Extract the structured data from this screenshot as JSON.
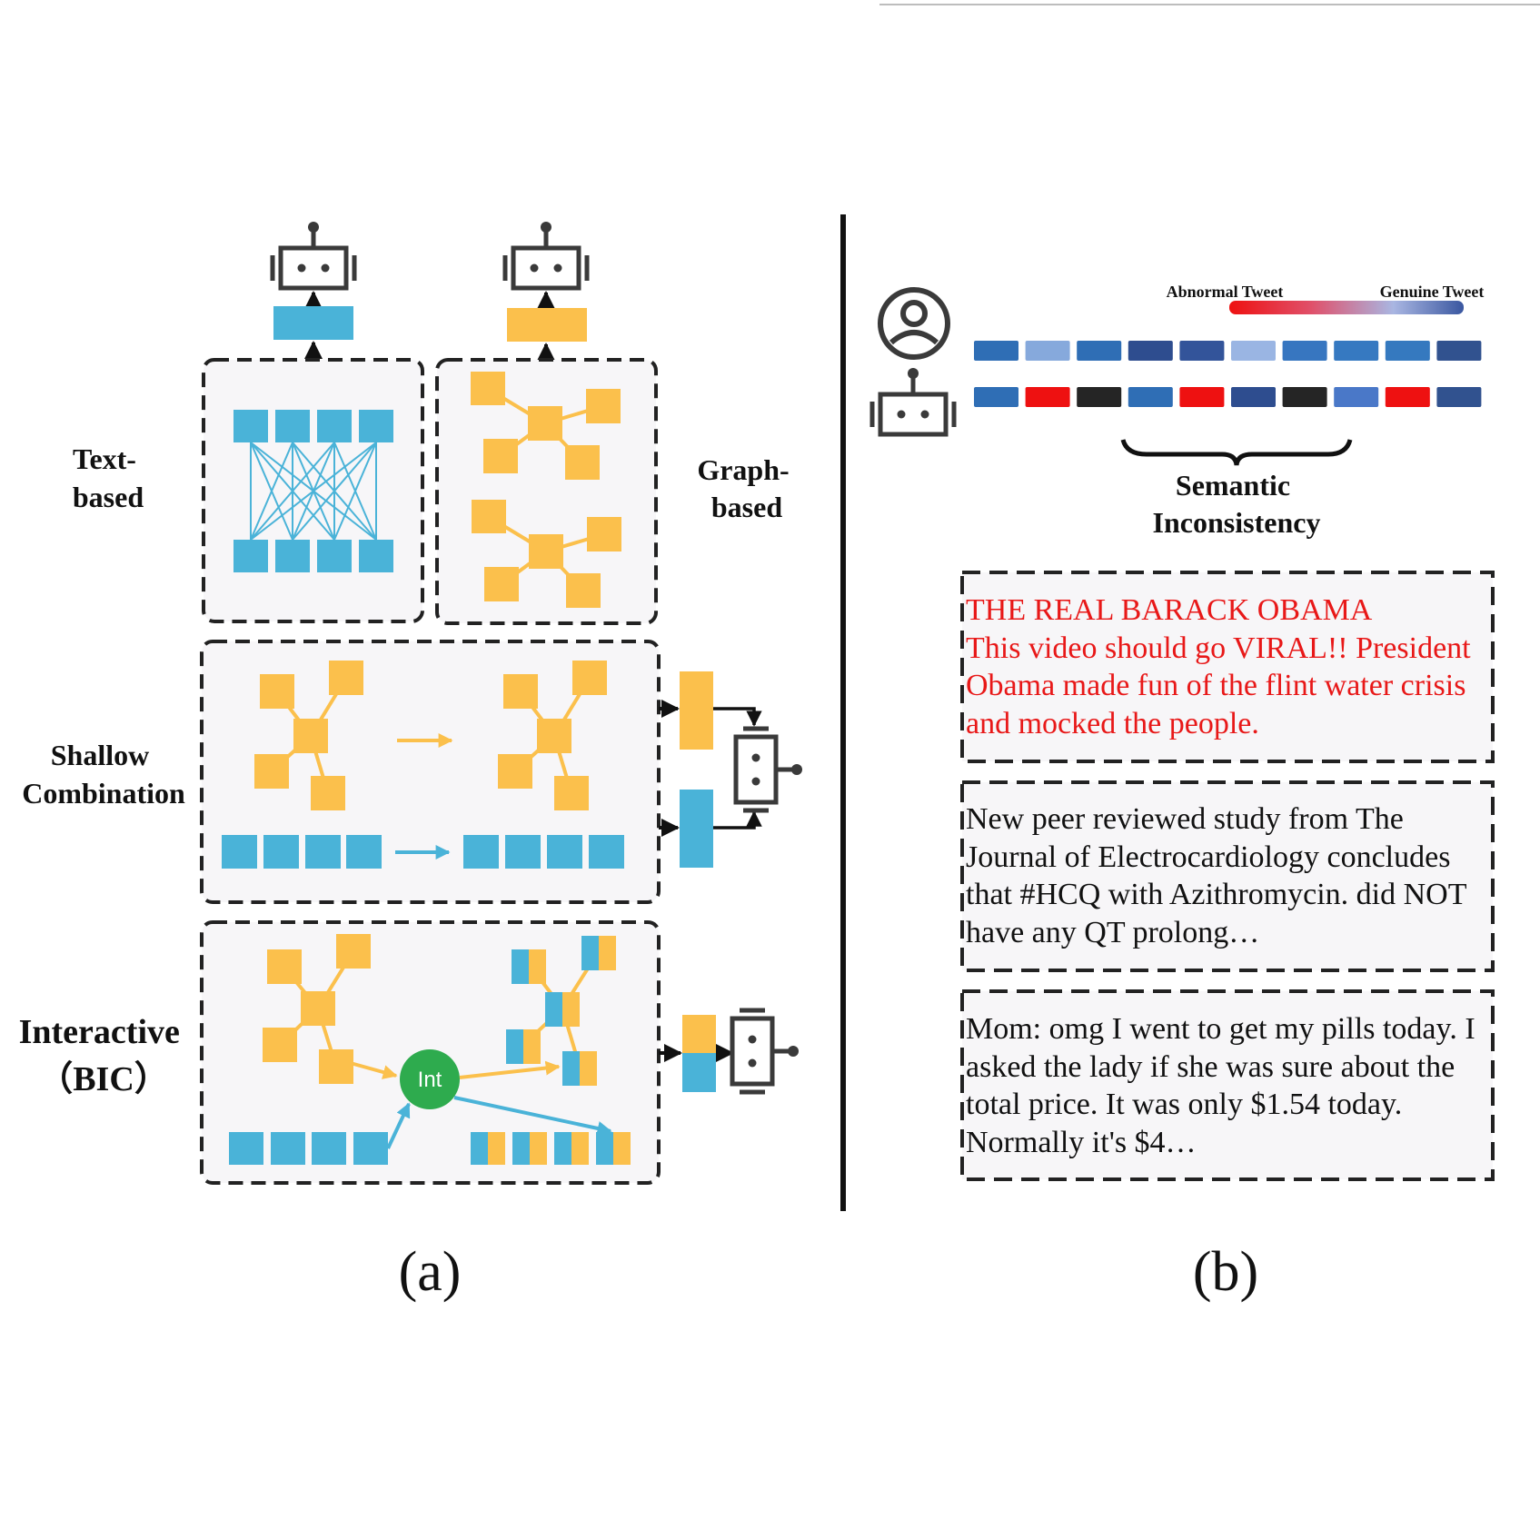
{
  "colors": {
    "blue": "#4AB3D8",
    "orange": "#FBC04C",
    "green": "#2EAB4E",
    "dash": "#222222",
    "panel_bg": "#F7F6F8",
    "abnormal_red": "#EE1111",
    "genuine_blue": "#3A57A0"
  },
  "panel_a": {
    "labels": {
      "text_based": [
        "Text-",
        "based"
      ],
      "graph_based": [
        "Graph-",
        "based"
      ],
      "shallow": [
        "Shallow",
        "Combination"
      ],
      "interactive": [
        "Interactive",
        "（BIC）"
      ]
    },
    "int_node_label": "Int",
    "caption": "(a)"
  },
  "panel_b": {
    "gradient_left_label": "Abnormal Tweet",
    "gradient_right_label": "Genuine Tweet",
    "human_row_colors": [
      "#2F6EB5",
      "#86A9DC",
      "#2F6EB5",
      "#2E4D8F",
      "#33549A",
      "#9AB5E3",
      "#3776C0",
      "#3679C1",
      "#3579BF",
      "#31528F"
    ],
    "bot_row_colors": [
      "#2F6EB5",
      "#EE1111",
      "#252525",
      "#2F6EB5",
      "#EE1111",
      "#2E4D8F",
      "#252525",
      "#4A78C8",
      "#EE1111",
      "#31528F"
    ],
    "semantic_label": [
      "Semantic",
      "Inconsistency"
    ],
    "tweets": [
      {
        "color": "#E81818",
        "lines": [
          "THE REAL BARACK OBAMA",
          "This video should go VIRAL!! President",
          "Obama made fun of the flint water crisis",
          "and mocked the people."
        ]
      },
      {
        "color": "#111111",
        "lines": [
          "New peer reviewed study from The",
          "Journal of Electrocardiology concludes",
          "that #HCQ with Azithromycin. did NOT",
          "have any QT prolong…"
        ]
      },
      {
        "color": "#111111",
        "lines": [
          "Mom: omg I went to get my pills today. I",
          "asked the lady if she was sure about the",
          "total price. It was only $1.54 today.",
          "Normally it's $4…"
        ]
      }
    ],
    "caption": "(b)"
  }
}
